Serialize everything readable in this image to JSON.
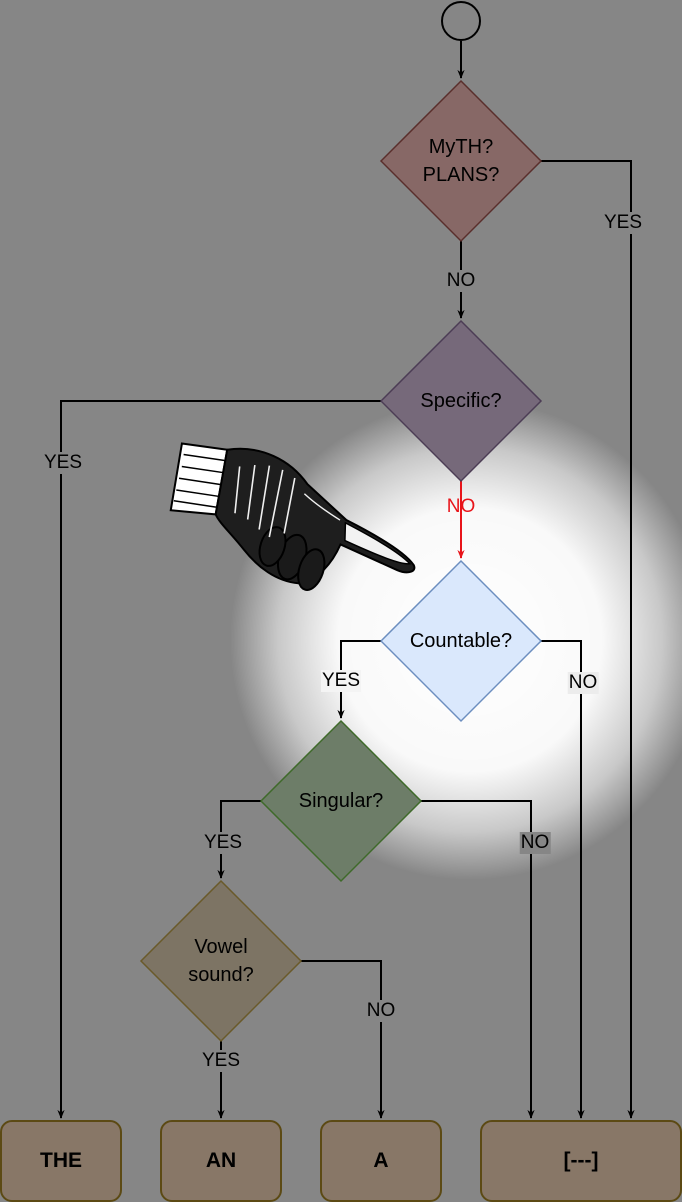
{
  "decisions": {
    "myth_plans": "MyTH?\nPLANS?",
    "specific": "Specific?",
    "countable": "Countable?",
    "singular": "Singular?",
    "vowel_sound": "Vowel\nsound?"
  },
  "outcomes": {
    "the": "THE",
    "an": "AN",
    "a": "A",
    "none": "[---]"
  },
  "edges": {
    "myth_yes": "YES",
    "myth_no": "NO",
    "specific_yes": "YES",
    "specific_no": "NO",
    "countable_yes": "YES",
    "countable_no": "NO",
    "singular_yes": "YES",
    "singular_no": "NO",
    "vowel_yes": "YES",
    "vowel_no": "NO"
  },
  "colors": {
    "background": "#868686",
    "spotlight": "#ffffff",
    "highlight_edge": "#e8141a",
    "myth_fill": "#876866",
    "specific_fill": "#76697a",
    "countable_fill": "#dae8fc",
    "countable_stroke": "#6c8ebf",
    "singular_fill": "#6d7d68",
    "vowel_fill": "#7d7464",
    "outcome_fill": "#887767"
  },
  "icons": {
    "start": "start-circle-icon",
    "pointer": "pointing-hand-icon"
  }
}
